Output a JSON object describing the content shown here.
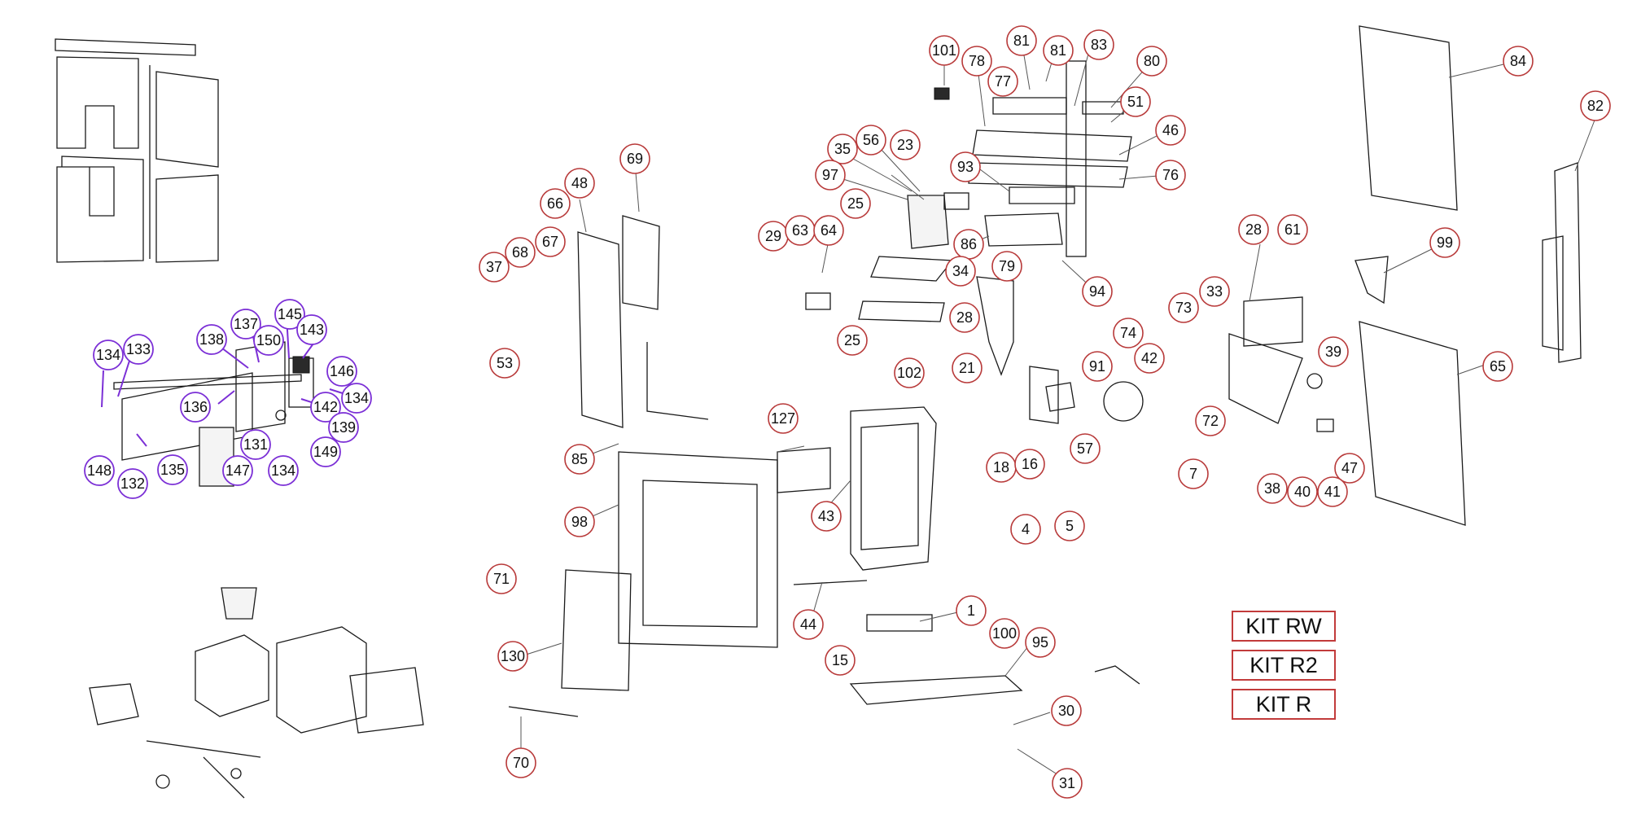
{
  "diagram": {
    "callouts": [
      {
        "id": "c101",
        "label": "101"
      },
      {
        "id": "c78",
        "label": "78"
      },
      {
        "id": "c81a",
        "label": "81"
      },
      {
        "id": "c81b",
        "label": "81"
      },
      {
        "id": "c83",
        "label": "83"
      },
      {
        "id": "c80",
        "label": "80"
      },
      {
        "id": "c77",
        "label": "77"
      },
      {
        "id": "c51",
        "label": "51"
      },
      {
        "id": "c46",
        "label": "46"
      },
      {
        "id": "c76",
        "label": "76"
      },
      {
        "id": "c93",
        "label": "93"
      },
      {
        "id": "c35",
        "label": "35"
      },
      {
        "id": "c56",
        "label": "56"
      },
      {
        "id": "c23",
        "label": "23"
      },
      {
        "id": "c97",
        "label": "97"
      },
      {
        "id": "c25a",
        "label": "25"
      },
      {
        "id": "c86",
        "label": "86"
      },
      {
        "id": "c94",
        "label": "94"
      },
      {
        "id": "c69",
        "label": "69"
      },
      {
        "id": "c48",
        "label": "48"
      },
      {
        "id": "c66",
        "label": "66"
      },
      {
        "id": "c29",
        "label": "29"
      },
      {
        "id": "c63",
        "label": "63"
      },
      {
        "id": "c64",
        "label": "64"
      },
      {
        "id": "c34",
        "label": "34"
      },
      {
        "id": "c79",
        "label": "79"
      },
      {
        "id": "c37",
        "label": "37"
      },
      {
        "id": "c68",
        "label": "68"
      },
      {
        "id": "c67",
        "label": "67"
      },
      {
        "id": "c28a",
        "label": "28"
      },
      {
        "id": "c25b",
        "label": "25"
      },
      {
        "id": "c102",
        "label": "102"
      },
      {
        "id": "c21",
        "label": "21"
      },
      {
        "id": "c74",
        "label": "74"
      },
      {
        "id": "c53",
        "label": "53"
      },
      {
        "id": "c91",
        "label": "91"
      },
      {
        "id": "c42",
        "label": "42"
      },
      {
        "id": "c28b",
        "label": "28"
      },
      {
        "id": "c61",
        "label": "61"
      },
      {
        "id": "c73",
        "label": "73"
      },
      {
        "id": "c33",
        "label": "33"
      },
      {
        "id": "c84",
        "label": "84"
      },
      {
        "id": "c82",
        "label": "82"
      },
      {
        "id": "c99",
        "label": "99"
      },
      {
        "id": "c39",
        "label": "39"
      },
      {
        "id": "c65",
        "label": "65"
      },
      {
        "id": "c72",
        "label": "72"
      },
      {
        "id": "c127",
        "label": "127"
      },
      {
        "id": "c85",
        "label": "85"
      },
      {
        "id": "c18",
        "label": "18"
      },
      {
        "id": "c16",
        "label": "16"
      },
      {
        "id": "c57",
        "label": "57"
      },
      {
        "id": "c7",
        "label": "7"
      },
      {
        "id": "c47",
        "label": "47"
      },
      {
        "id": "c38",
        "label": "38"
      },
      {
        "id": "c40",
        "label": "40"
      },
      {
        "id": "c41",
        "label": "41"
      },
      {
        "id": "c43",
        "label": "43"
      },
      {
        "id": "c98",
        "label": "98"
      },
      {
        "id": "c4",
        "label": "4"
      },
      {
        "id": "c5",
        "label": "5"
      },
      {
        "id": "c71",
        "label": "71"
      },
      {
        "id": "c44",
        "label": "44"
      },
      {
        "id": "c1",
        "label": "1"
      },
      {
        "id": "c130",
        "label": "130"
      },
      {
        "id": "c15",
        "label": "15"
      },
      {
        "id": "c100",
        "label": "100"
      },
      {
        "id": "c95",
        "label": "95"
      },
      {
        "id": "c30",
        "label": "30"
      },
      {
        "id": "c70",
        "label": "70"
      },
      {
        "id": "c31",
        "label": "31"
      }
    ],
    "purple_callouts": [
      {
        "id": "p134a",
        "label": "134"
      },
      {
        "id": "p133",
        "label": "133"
      },
      {
        "id": "p138",
        "label": "138"
      },
      {
        "id": "p137",
        "label": "137"
      },
      {
        "id": "p145",
        "label": "145"
      },
      {
        "id": "p150",
        "label": "150"
      },
      {
        "id": "p143",
        "label": "143"
      },
      {
        "id": "p146",
        "label": "146"
      },
      {
        "id": "p136",
        "label": "136"
      },
      {
        "id": "p142",
        "label": "142"
      },
      {
        "id": "p134b",
        "label": "134"
      },
      {
        "id": "p139",
        "label": "139"
      },
      {
        "id": "p131",
        "label": "131"
      },
      {
        "id": "p149",
        "label": "149"
      },
      {
        "id": "p148",
        "label": "148"
      },
      {
        "id": "p132",
        "label": "132"
      },
      {
        "id": "p135",
        "label": "135"
      },
      {
        "id": "p147",
        "label": "147"
      },
      {
        "id": "p134c",
        "label": "134"
      }
    ]
  },
  "kits": [
    {
      "label": "KIT RW"
    },
    {
      "label": "KIT R2"
    },
    {
      "label": "KIT R"
    }
  ],
  "colors": {
    "callout_red": "#b83a3a",
    "callout_purple": "#7b2fd6",
    "kit_border": "#c23b3b"
  }
}
